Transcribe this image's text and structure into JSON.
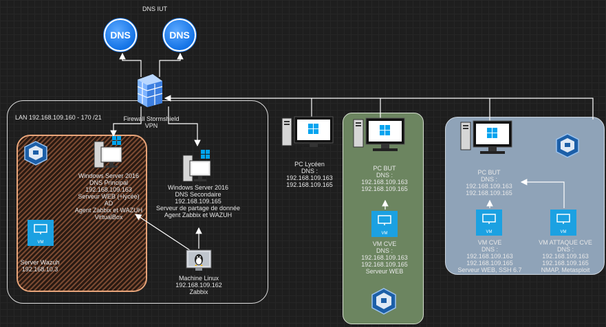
{
  "dns_group": {
    "title": "DNS IUT",
    "icon1": "DNS",
    "icon2": "DNS"
  },
  "firewall": {
    "label_line1": "Firewall Stormshield",
    "label_line2": "VPN"
  },
  "lan": {
    "label": "LAN 192.168.109.160 - 170 /21",
    "ws2016_primary": {
      "lines": [
        "Windows Server 2016",
        "DNS Principal",
        "192.168.109.163",
        "Serveur WEB (+lycée)",
        "AD",
        "Agent Zabbix et WAZUH",
        "VirtualBox"
      ]
    },
    "ws2016_secondary": {
      "lines": [
        "Windows Server 2016",
        "DNS Secondaire",
        "192.168.109.165",
        "Serveur de partage de donnée",
        "Agent Zabbix et WAZUH"
      ]
    },
    "wazuh": {
      "badge": "VM",
      "lines": [
        "Server Wazuh",
        "192.168.10.3"
      ]
    },
    "linux": {
      "lines": [
        "Machine Linux",
        "192.168.109.162",
        "Zabbix"
      ]
    }
  },
  "pc_lycee": {
    "lines": [
      "PC Lycéen",
      "DNS :",
      "192.168.109.163",
      "192.168.109.165"
    ]
  },
  "pc_but_green": {
    "lines": [
      "PC BUT",
      "DNS :",
      "192.168.109.163",
      "192.168.109.165"
    ],
    "vm": {
      "badge": "VM",
      "lines": [
        "VM CVE",
        "DNS :",
        "192.168.109.163",
        "192.168.109.165",
        "Serveur WEB"
      ]
    }
  },
  "pc_but_blue": {
    "lines": [
      "PC BUT",
      "DNS :",
      "192.168.109.163",
      "192.168.109.165"
    ],
    "vm_cve": {
      "badge": "VM",
      "lines": [
        "VM CVE",
        "DNS :",
        "192.168.109.163",
        "192.168.109.165",
        "Serveur WEB, SSH 6.7"
      ]
    },
    "vm_attaque": {
      "badge": "VM",
      "lines": [
        "VM ATTAQUE CVE",
        "DNS :",
        "192.168.109.163",
        "192.168.109.165",
        "NMAP, Metasploit"
      ]
    }
  },
  "colors": {
    "background": "#1e1e1e",
    "dns_blue": "#1473e6",
    "vm_blue": "#1ba1e2",
    "windows_blue": "#00a4ef",
    "green_zone": "#6c8560",
    "blue_zone": "#8fa3b8",
    "hatch_border": "#e8a57a"
  }
}
